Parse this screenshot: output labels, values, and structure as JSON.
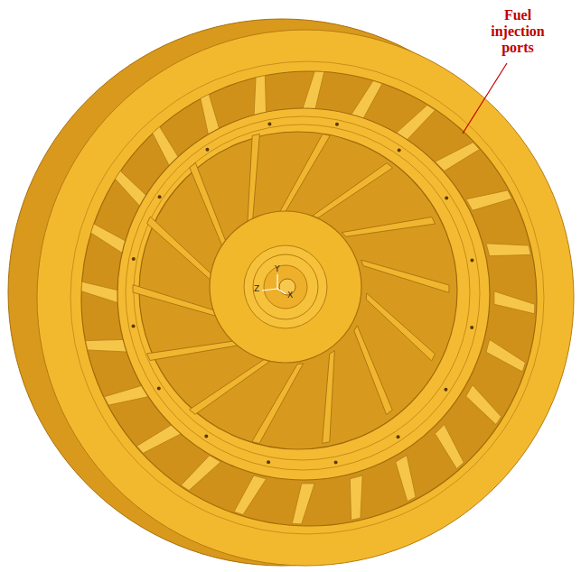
{
  "diagram": {
    "labels": [
      "Fuel injection ports",
      "Y",
      "Z",
      "X"
    ]
  }
}
